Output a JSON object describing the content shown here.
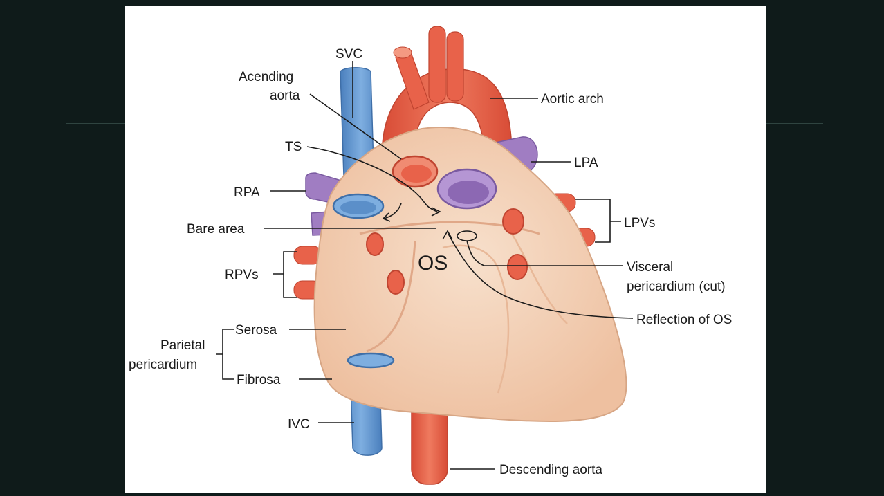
{
  "diagram": {
    "labels": {
      "svc": "SVC",
      "ascending_aorta_line1": "Acending",
      "ascending_aorta_line2": "aorta",
      "aortic_arch": "Aortic arch",
      "ts": "TS",
      "lpa": "LPA",
      "rpa": "RPA",
      "lpvs": "LPVs",
      "bare_area": "Bare area",
      "os": "OS",
      "rpvs": "RPVs",
      "visceral_line1": "Visceral",
      "visceral_line2": "pericardium (cut)",
      "reflection_os": "Reflection of OS",
      "serosa": "Serosa",
      "parietal_line1": "Parietal",
      "parietal_line2": "pericardium",
      "fibrosa": "Fibrosa",
      "ivc": "IVC",
      "descending_aorta": "Descending aorta"
    },
    "colors": {
      "background": "#0f1b1a",
      "slide": "#ffffff",
      "artery": "#e8624a",
      "vein": "#5b8fc9",
      "pulmonary_artery": "#a07dc2",
      "pericardium": "#f3cfb3",
      "leader": "#1a1a1a"
    }
  }
}
